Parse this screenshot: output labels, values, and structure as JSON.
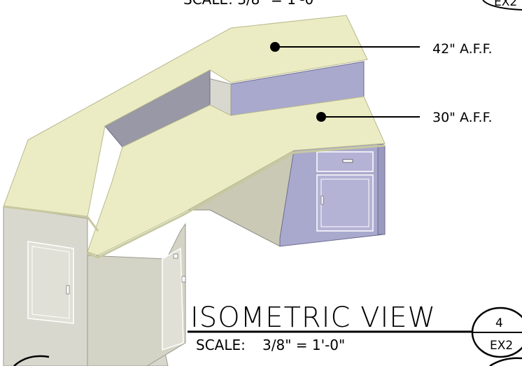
{
  "drawing": {
    "title": "ISOMETRIC VIEW",
    "scale_label": "SCALE:",
    "scale_value": "3/8\" = 1'-0\"",
    "detail_number": "4",
    "sheet_ref": "EX2"
  },
  "callouts": [
    {
      "label": "42\" A.F.F."
    },
    {
      "label": "30\" A.F.F."
    }
  ],
  "colors": {
    "countertop": "#ececc4",
    "countertop_edge": "#d9d9b0",
    "cabinet_face": "#a9a8cd",
    "cabinet_side": "#d8d8cf",
    "side_panel": "#c9c9b6",
    "line": "#000000"
  }
}
